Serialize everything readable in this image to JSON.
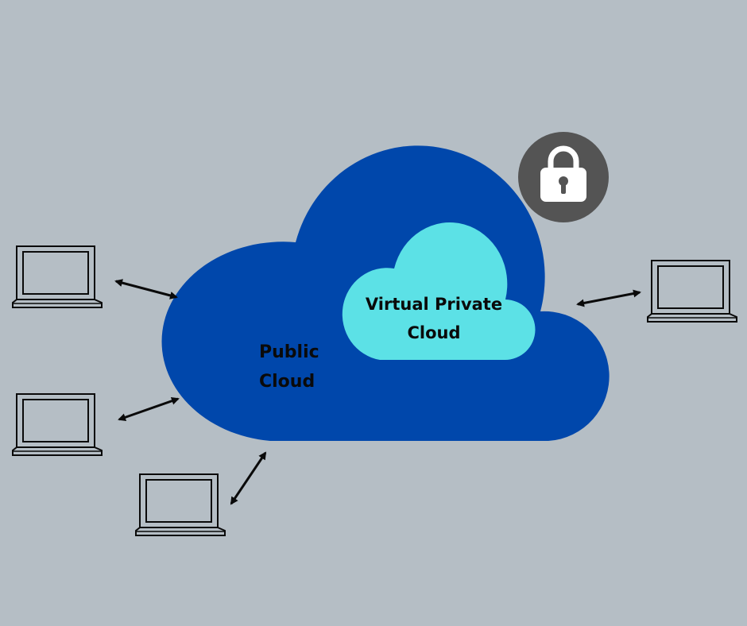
{
  "public_cloud": {
    "label_line1": "Public",
    "label_line2": "Cloud",
    "color": "#0047ab"
  },
  "private_cloud": {
    "label_line1": "Virtual Private",
    "label_line2": "Cloud",
    "color": "#5ce1e6"
  },
  "lock": {
    "icon": "padlock-icon",
    "bg_color": "#545454",
    "fg_color": "#ffffff"
  },
  "laptops": [
    {
      "icon": "laptop-icon",
      "position": "left-top"
    },
    {
      "icon": "laptop-icon",
      "position": "left-middle"
    },
    {
      "icon": "laptop-icon",
      "position": "bottom-left"
    },
    {
      "icon": "laptop-icon",
      "position": "right"
    }
  ],
  "connections": {
    "type": "bidirectional",
    "icon": "double-arrow-icon",
    "count": 4
  },
  "background_color": "#b5bec5"
}
